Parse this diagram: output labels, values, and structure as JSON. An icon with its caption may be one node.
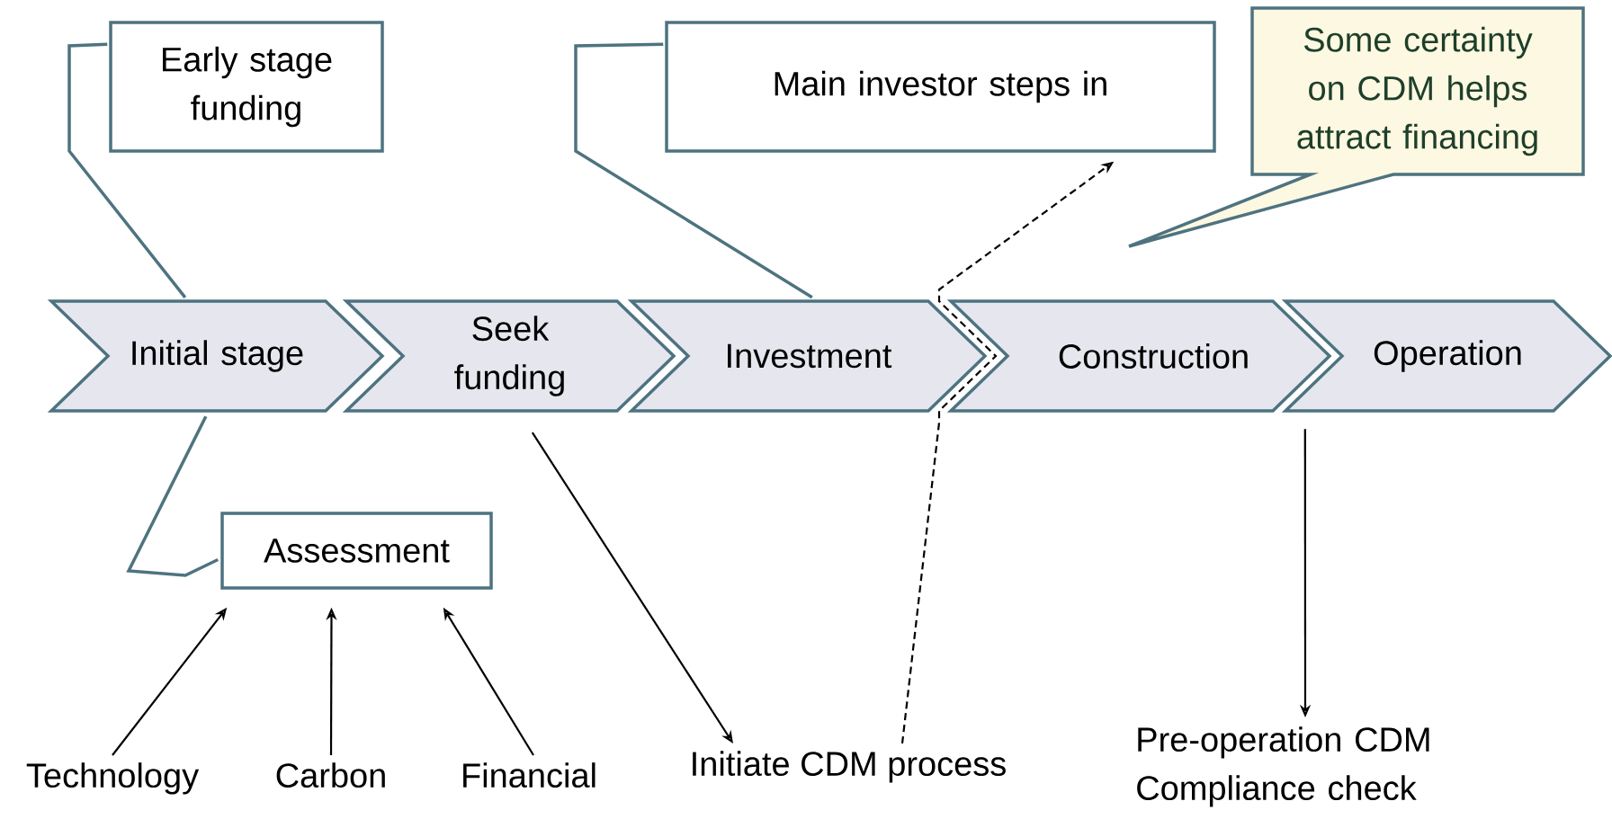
{
  "diagram": {
    "nodes": [
      {
        "text": [
          "Early stage funding"
        ]
      },
      {
        "text": [
          "Main investor steps in"
        ]
      },
      {
        "text": [
          "Some certainty on CDM helps attract financing"
        ]
      },
      {
        "text": [
          "Initial stage"
        ]
      },
      {
        "text": [
          "Seek funding"
        ]
      },
      {
        "text": [
          "Investment"
        ]
      },
      {
        "text": [
          "Construction"
        ]
      },
      {
        "text": [
          "Operation"
        ]
      },
      {
        "text": [
          "Assessment"
        ]
      },
      {
        "text": [
          "Technology"
        ]
      },
      {
        "text": [
          "Carbon"
        ]
      },
      {
        "text": [
          "Financial"
        ]
      },
      {
        "text": [
          "Initiate CDM process"
        ]
      },
      {
        "text": [
          "Pre-operation CDM Compliance check"
        ]
      }
    ],
    "edges": [
      {
        "from": 0,
        "to": 3,
        "arrow": "none",
        "color": "#4e7380"
      },
      {
        "from": 1,
        "to": 5,
        "arrow": "none",
        "color": "#4e7380"
      },
      {
        "from": 3,
        "to": 8,
        "arrow": "none",
        "color": "#4e7380"
      },
      {
        "from": 9,
        "to": 8,
        "arrow": "to"
      },
      {
        "from": 10,
        "to": 8,
        "arrow": "to"
      },
      {
        "from": 11,
        "to": 8,
        "arrow": "to"
      },
      {
        "from": 4,
        "to": 12,
        "arrow": "to"
      },
      {
        "from": 12,
        "to": 1,
        "arrow": "to",
        "style": "dashed"
      },
      {
        "from": 7,
        "to": 13,
        "arrow": "to"
      }
    ]
  }
}
